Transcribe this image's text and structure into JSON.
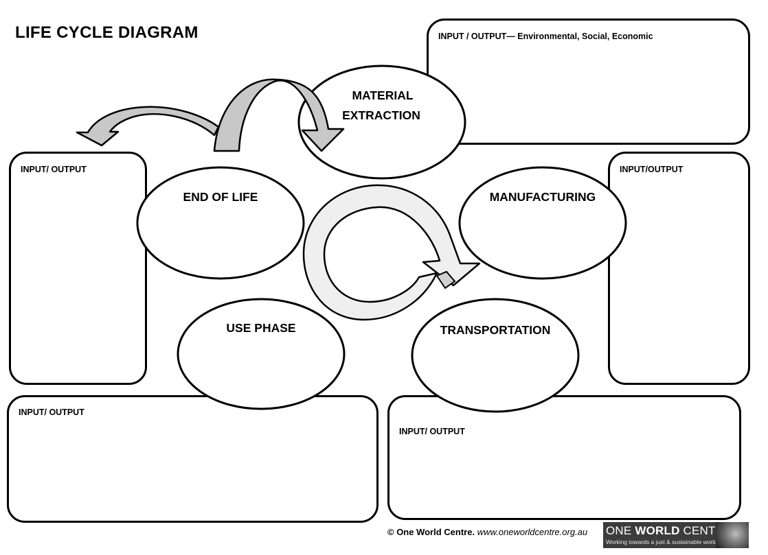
{
  "title": "LIFE CYCLE DIAGRAM",
  "boxes": {
    "top_right": "INPUT / OUTPUT— Environmental, Social, Economic",
    "left": "INPUT/ OUTPUT",
    "right": "INPUT/OUTPUT",
    "bottom_left": "INPUT/ OUTPUT",
    "bottom_right": "INPUT/ OUTPUT"
  },
  "stages": {
    "material_extraction_1": "MATERIAL",
    "material_extraction_2": "EXTRACTION",
    "end_of_life": "END OF LIFE",
    "manufacturing": "MANUFACTURING",
    "use_phase": "USE PHASE",
    "transportation": "TRANSPORTATION"
  },
  "footer": {
    "copyright": "© One World Centre.",
    "url": "www.oneworldcentre.org.au"
  },
  "logo": {
    "line1_a": "ONE ",
    "line1_b": "WORLD",
    "line1_c": " CENTRE",
    "tagline": "Working towards a just & sustainable world"
  },
  "colors": {
    "arrow_fill": "#c8c8c8",
    "cycle_fill": "#efefef",
    "stroke": "#000000"
  }
}
